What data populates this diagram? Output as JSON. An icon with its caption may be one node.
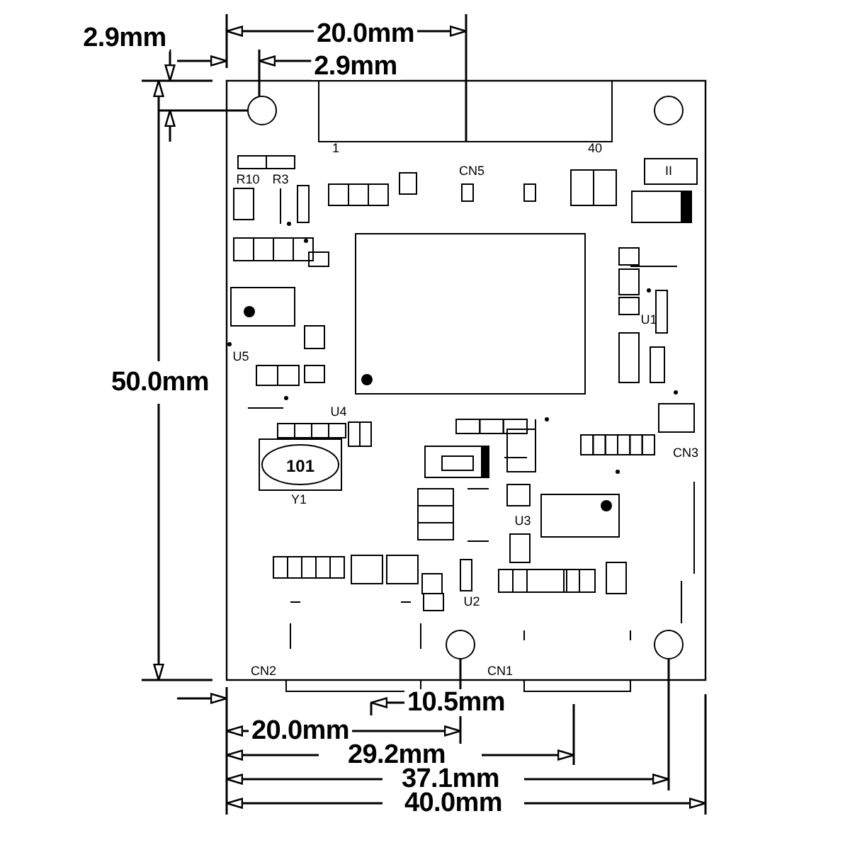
{
  "diagram": {
    "labels": [
      "2.9mm",
      "20.0mm",
      "2.9mm",
      "50.0mm",
      "1",
      "40",
      "R10",
      "R3",
      "CN5",
      "II",
      "U1",
      "U5",
      "U4",
      "101",
      "CN3",
      "Y1",
      "U3",
      "U2",
      "CN2",
      "CN1",
      "10.5mm",
      "20.0mm",
      "29.2mm",
      "37.1mm",
      "40.0mm"
    ]
  }
}
